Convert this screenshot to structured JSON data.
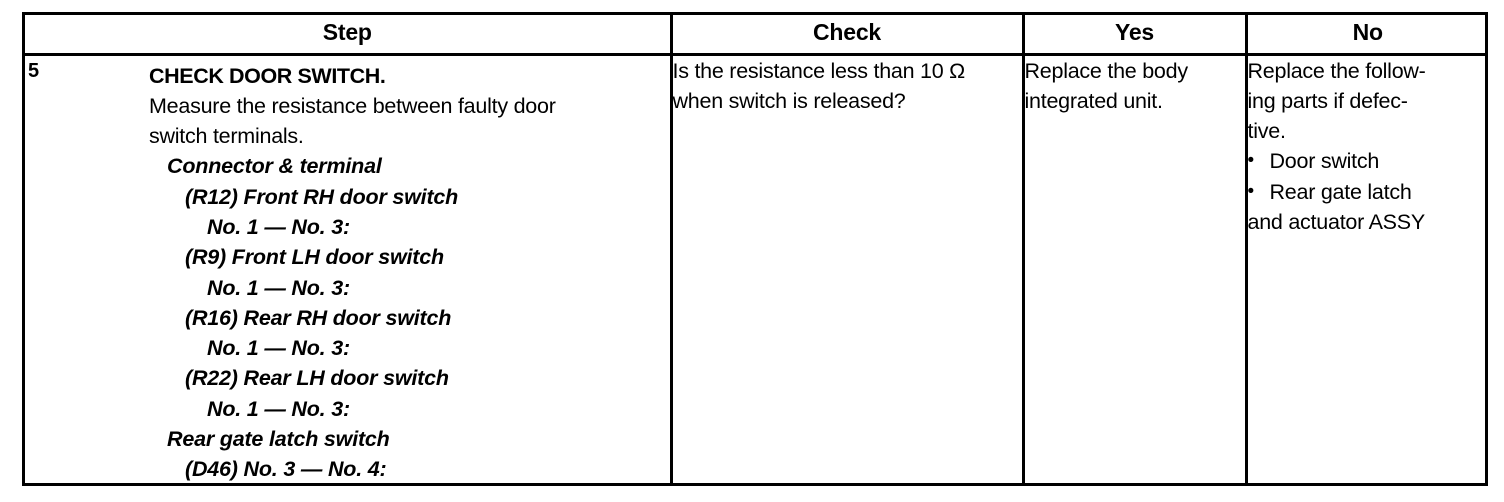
{
  "table": {
    "headers": [
      "Step",
      "Check",
      "Yes",
      "No"
    ],
    "row": {
      "step_number": "5",
      "step_lines": [
        {
          "text": "CHECK DOOR SWITCH.",
          "style": "bold",
          "indent": 0
        },
        {
          "text": "Measure the resistance between faulty door",
          "style": "normal",
          "indent": 0
        },
        {
          "text": "switch terminals.",
          "style": "normal",
          "indent": 0
        },
        {
          "text": "Connector & terminal",
          "style": "bold-italic",
          "indent": 1
        },
        {
          "text": "(R12) Front RH door switch",
          "style": "bold-italic",
          "indent": 2
        },
        {
          "text": "No. 1 — No. 3:",
          "style": "bold-italic",
          "indent": 3
        },
        {
          "text": "(R9) Front LH door switch",
          "style": "bold-italic",
          "indent": 2
        },
        {
          "text": "No. 1 — No. 3:",
          "style": "bold-italic",
          "indent": 3
        },
        {
          "text": "(R16) Rear RH door switch",
          "style": "bold-italic",
          "indent": 2
        },
        {
          "text": "No. 1 — No. 3:",
          "style": "bold-italic",
          "indent": 3
        },
        {
          "text": "(R22) Rear LH door switch",
          "style": "bold-italic",
          "indent": 2
        },
        {
          "text": "No. 1 — No. 3:",
          "style": "bold-italic",
          "indent": 3
        },
        {
          "text": "Rear gate latch switch",
          "style": "bold-italic",
          "indent": 1
        },
        {
          "text": "(D46) No. 3 — No. 4:",
          "style": "bold-italic",
          "indent": 2
        }
      ],
      "check_lines": [
        "Is the resistance less than 10 Ω",
        "when switch is released?"
      ],
      "yes_lines": [
        "Replace the body",
        "integrated unit."
      ],
      "no_lines": [
        {
          "text": "Replace the follow-",
          "bullet": false
        },
        {
          "text": "ing parts if defec-",
          "bullet": false
        },
        {
          "text": "tive.",
          "bullet": false
        },
        {
          "text": "Door switch",
          "bullet": true
        },
        {
          "text": "Rear gate latch",
          "bullet": true
        },
        {
          "text": "and actuator ASSY",
          "bullet": false
        }
      ],
      "bullet_glyph": "•"
    }
  }
}
